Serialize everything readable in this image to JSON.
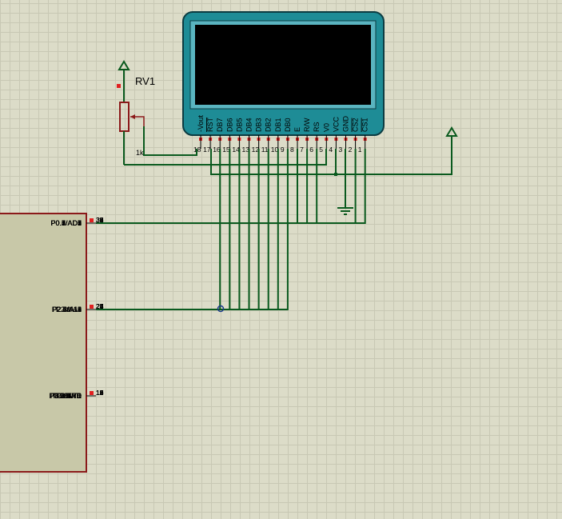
{
  "potentiometer": {
    "ref": "RV1",
    "value": "1k"
  },
  "lcd": {
    "pins": [
      {
        "name": "-Vout",
        "num": "18"
      },
      {
        "name": "RST",
        "num": "17"
      },
      {
        "name": "DB7",
        "num": "16"
      },
      {
        "name": "DB6",
        "num": "15"
      },
      {
        "name": "DB5",
        "num": "14"
      },
      {
        "name": "DB4",
        "num": "13"
      },
      {
        "name": "DB3",
        "num": "12"
      },
      {
        "name": "DB2",
        "num": "11"
      },
      {
        "name": "DB1",
        "num": "10"
      },
      {
        "name": "DB0",
        "num": "9"
      },
      {
        "name": "E",
        "num": "8"
      },
      {
        "name": "R/W",
        "num": "7"
      },
      {
        "name": "RS",
        "num": "6"
      },
      {
        "name": "V0",
        "num": "5"
      },
      {
        "name": "VCC",
        "num": "4"
      },
      {
        "name": "GND",
        "num": "3"
      },
      {
        "name": "CS2",
        "num": "2"
      },
      {
        "name": "CS1",
        "num": "1"
      }
    ]
  },
  "mcu": {
    "pins": [
      {
        "name": "P0.0/AD0",
        "num": "39"
      },
      {
        "name": "P0.1/AD1",
        "num": "38"
      },
      {
        "name": "P0.2/AD2",
        "num": "37"
      },
      {
        "name": "P0.3/AD3",
        "num": "36"
      },
      {
        "name": "P0.4/AD4",
        "num": "35"
      },
      {
        "name": "P0.5/AD5",
        "num": "34"
      },
      {
        "name": "P0.6/AD6",
        "num": "33"
      },
      {
        "name": "P0.7/AD7",
        "num": "32"
      },
      {
        "name": "P2.0/A8",
        "num": "21"
      },
      {
        "name": "P2.1/A9",
        "num": "22"
      },
      {
        "name": "P2.2/A10",
        "num": "23"
      },
      {
        "name": "P2.3/A11",
        "num": "24"
      },
      {
        "name": "P2.4/A12",
        "num": "25"
      },
      {
        "name": "P2.5/A13",
        "num": "26"
      },
      {
        "name": "P2.6/A14",
        "num": "27"
      },
      {
        "name": "P2.7/A15",
        "num": "28"
      },
      {
        "name": "P3.0/RXD",
        "num": "10"
      },
      {
        "name": "P3.1/TXD",
        "num": "11"
      },
      {
        "name": "P3.2/INT0",
        "num": "12"
      },
      {
        "name": "P3.3/INT1",
        "num": "13"
      },
      {
        "name": "P3.4/T0",
        "num": "14"
      },
      {
        "name": "P3.5/T1",
        "num": "15"
      },
      {
        "name": "P3.6/WR",
        "num": "16"
      },
      {
        "name": "P3.7/RD",
        "num": "17"
      }
    ]
  },
  "colors": {
    "wire": "#0a5a1e",
    "lcd_body": "#1e8c96",
    "lcd_screen": "#000000",
    "pin_red": "#e02020",
    "mcu_body": "#c8c8a8",
    "mcu_border": "#8b1a1a"
  }
}
